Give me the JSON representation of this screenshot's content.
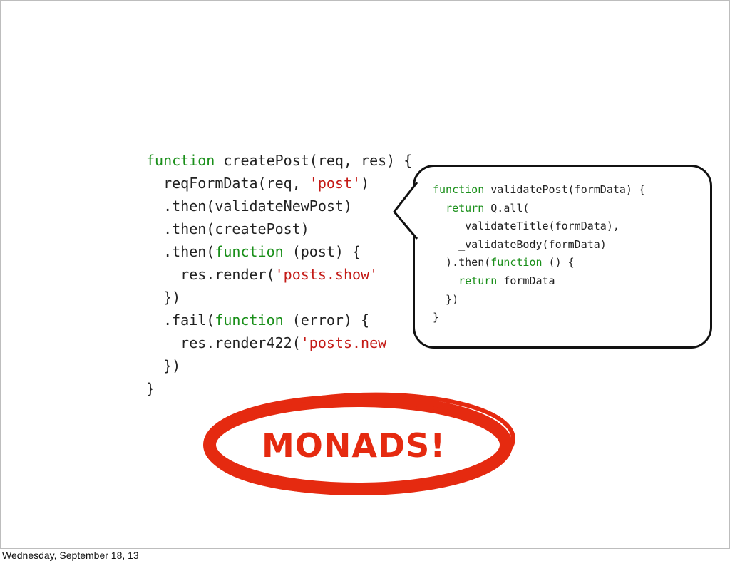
{
  "main_code": [
    [
      {
        "t": "function",
        "c": "kw"
      },
      {
        "t": " createPost(req, res) {"
      }
    ],
    [
      {
        "t": "  reqFormData(req, "
      },
      {
        "t": "'post'",
        "c": "str"
      },
      {
        "t": ")"
      }
    ],
    [
      {
        "t": "  .then(validateNewPost)"
      }
    ],
    [
      {
        "t": "  .then(createPost)"
      }
    ],
    [
      {
        "t": "  .then("
      },
      {
        "t": "function",
        "c": "kw"
      },
      {
        "t": " (post) {"
      }
    ],
    [
      {
        "t": "    res.render("
      },
      {
        "t": "'posts.show'",
        "c": "str"
      }
    ],
    [
      {
        "t": "  })"
      }
    ],
    [
      {
        "t": "  .fail("
      },
      {
        "t": "function",
        "c": "kw"
      },
      {
        "t": " (error) {"
      }
    ],
    [
      {
        "t": "    res.render422("
      },
      {
        "t": "'posts.new",
        "c": "str"
      }
    ],
    [
      {
        "t": "  })"
      }
    ],
    [
      {
        "t": "}"
      }
    ]
  ],
  "bubble_code": [
    [
      {
        "t": "function",
        "c": "kw"
      },
      {
        "t": " validatePost(formData) {"
      }
    ],
    [
      {
        "t": "  "
      },
      {
        "t": "return",
        "c": "kw"
      },
      {
        "t": " Q.all("
      }
    ],
    [
      {
        "t": "    _validateTitle(formData),"
      }
    ],
    [
      {
        "t": "    _validateBody(formData)"
      }
    ],
    [
      {
        "t": "  ).then("
      },
      {
        "t": "function",
        "c": "kw"
      },
      {
        "t": " () {"
      }
    ],
    [
      {
        "t": "    "
      },
      {
        "t": "return",
        "c": "kw"
      },
      {
        "t": " formData"
      }
    ],
    [
      {
        "t": "  })"
      }
    ],
    [
      {
        "t": "}"
      }
    ]
  ],
  "monads_label": "MONADS!",
  "footer_date": "Wednesday, September 18, 13",
  "colors": {
    "keyword": "#1a8f1a",
    "string": "#c41a16",
    "accent": "#e52a10"
  }
}
